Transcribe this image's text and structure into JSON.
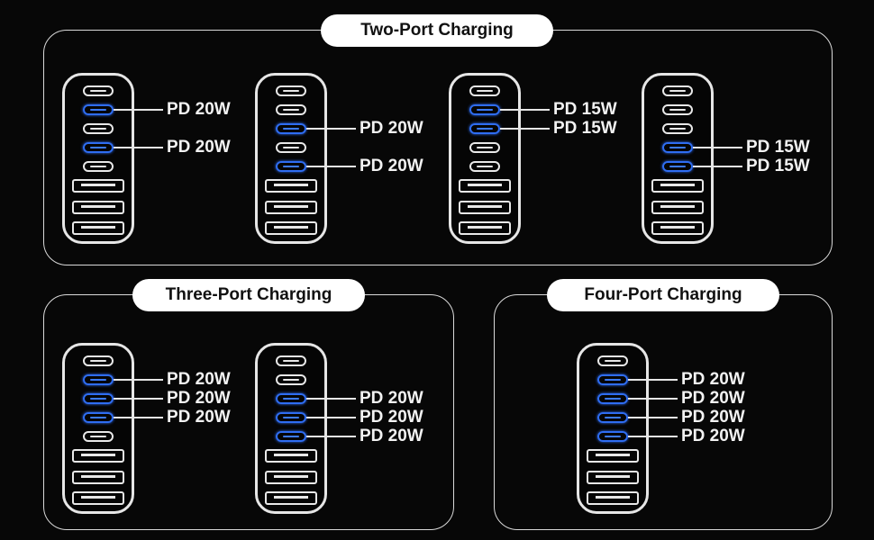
{
  "groups": [
    {
      "title": "Two-Port Charging"
    },
    {
      "title": "Three-Port Charging"
    },
    {
      "title": "Four-Port Charging"
    }
  ],
  "port_colors": {
    "idle": "#e8e8e8",
    "active": "#2f6df2"
  },
  "device_layout": [
    "usb-c",
    "usb-c",
    "usb-c",
    "usb-c",
    "usb-c",
    "usb-a",
    "usb-a",
    "usb-a"
  ],
  "devices": [
    {
      "group": 0,
      "active_ports": [
        1,
        3
      ],
      "labels": [
        "PD 20W",
        "PD 20W"
      ]
    },
    {
      "group": 0,
      "active_ports": [
        2,
        4
      ],
      "labels": [
        "PD 20W",
        "PD 20W"
      ]
    },
    {
      "group": 0,
      "active_ports": [
        1,
        2
      ],
      "labels": [
        "PD 15W",
        "PD 15W"
      ]
    },
    {
      "group": 0,
      "active_ports": [
        3,
        4
      ],
      "labels": [
        "PD 15W",
        "PD 15W"
      ]
    },
    {
      "group": 1,
      "active_ports": [
        1,
        2,
        3
      ],
      "labels": [
        "PD 20W",
        "PD 20W",
        "PD 20W"
      ]
    },
    {
      "group": 1,
      "active_ports": [
        2,
        3,
        4
      ],
      "labels": [
        "PD 20W",
        "PD 20W",
        "PD 20W"
      ]
    },
    {
      "group": 2,
      "active_ports": [
        1,
        2,
        3,
        4
      ],
      "labels": [
        "PD 20W",
        "PD 20W",
        "PD 20W",
        "PD 20W"
      ]
    }
  ]
}
